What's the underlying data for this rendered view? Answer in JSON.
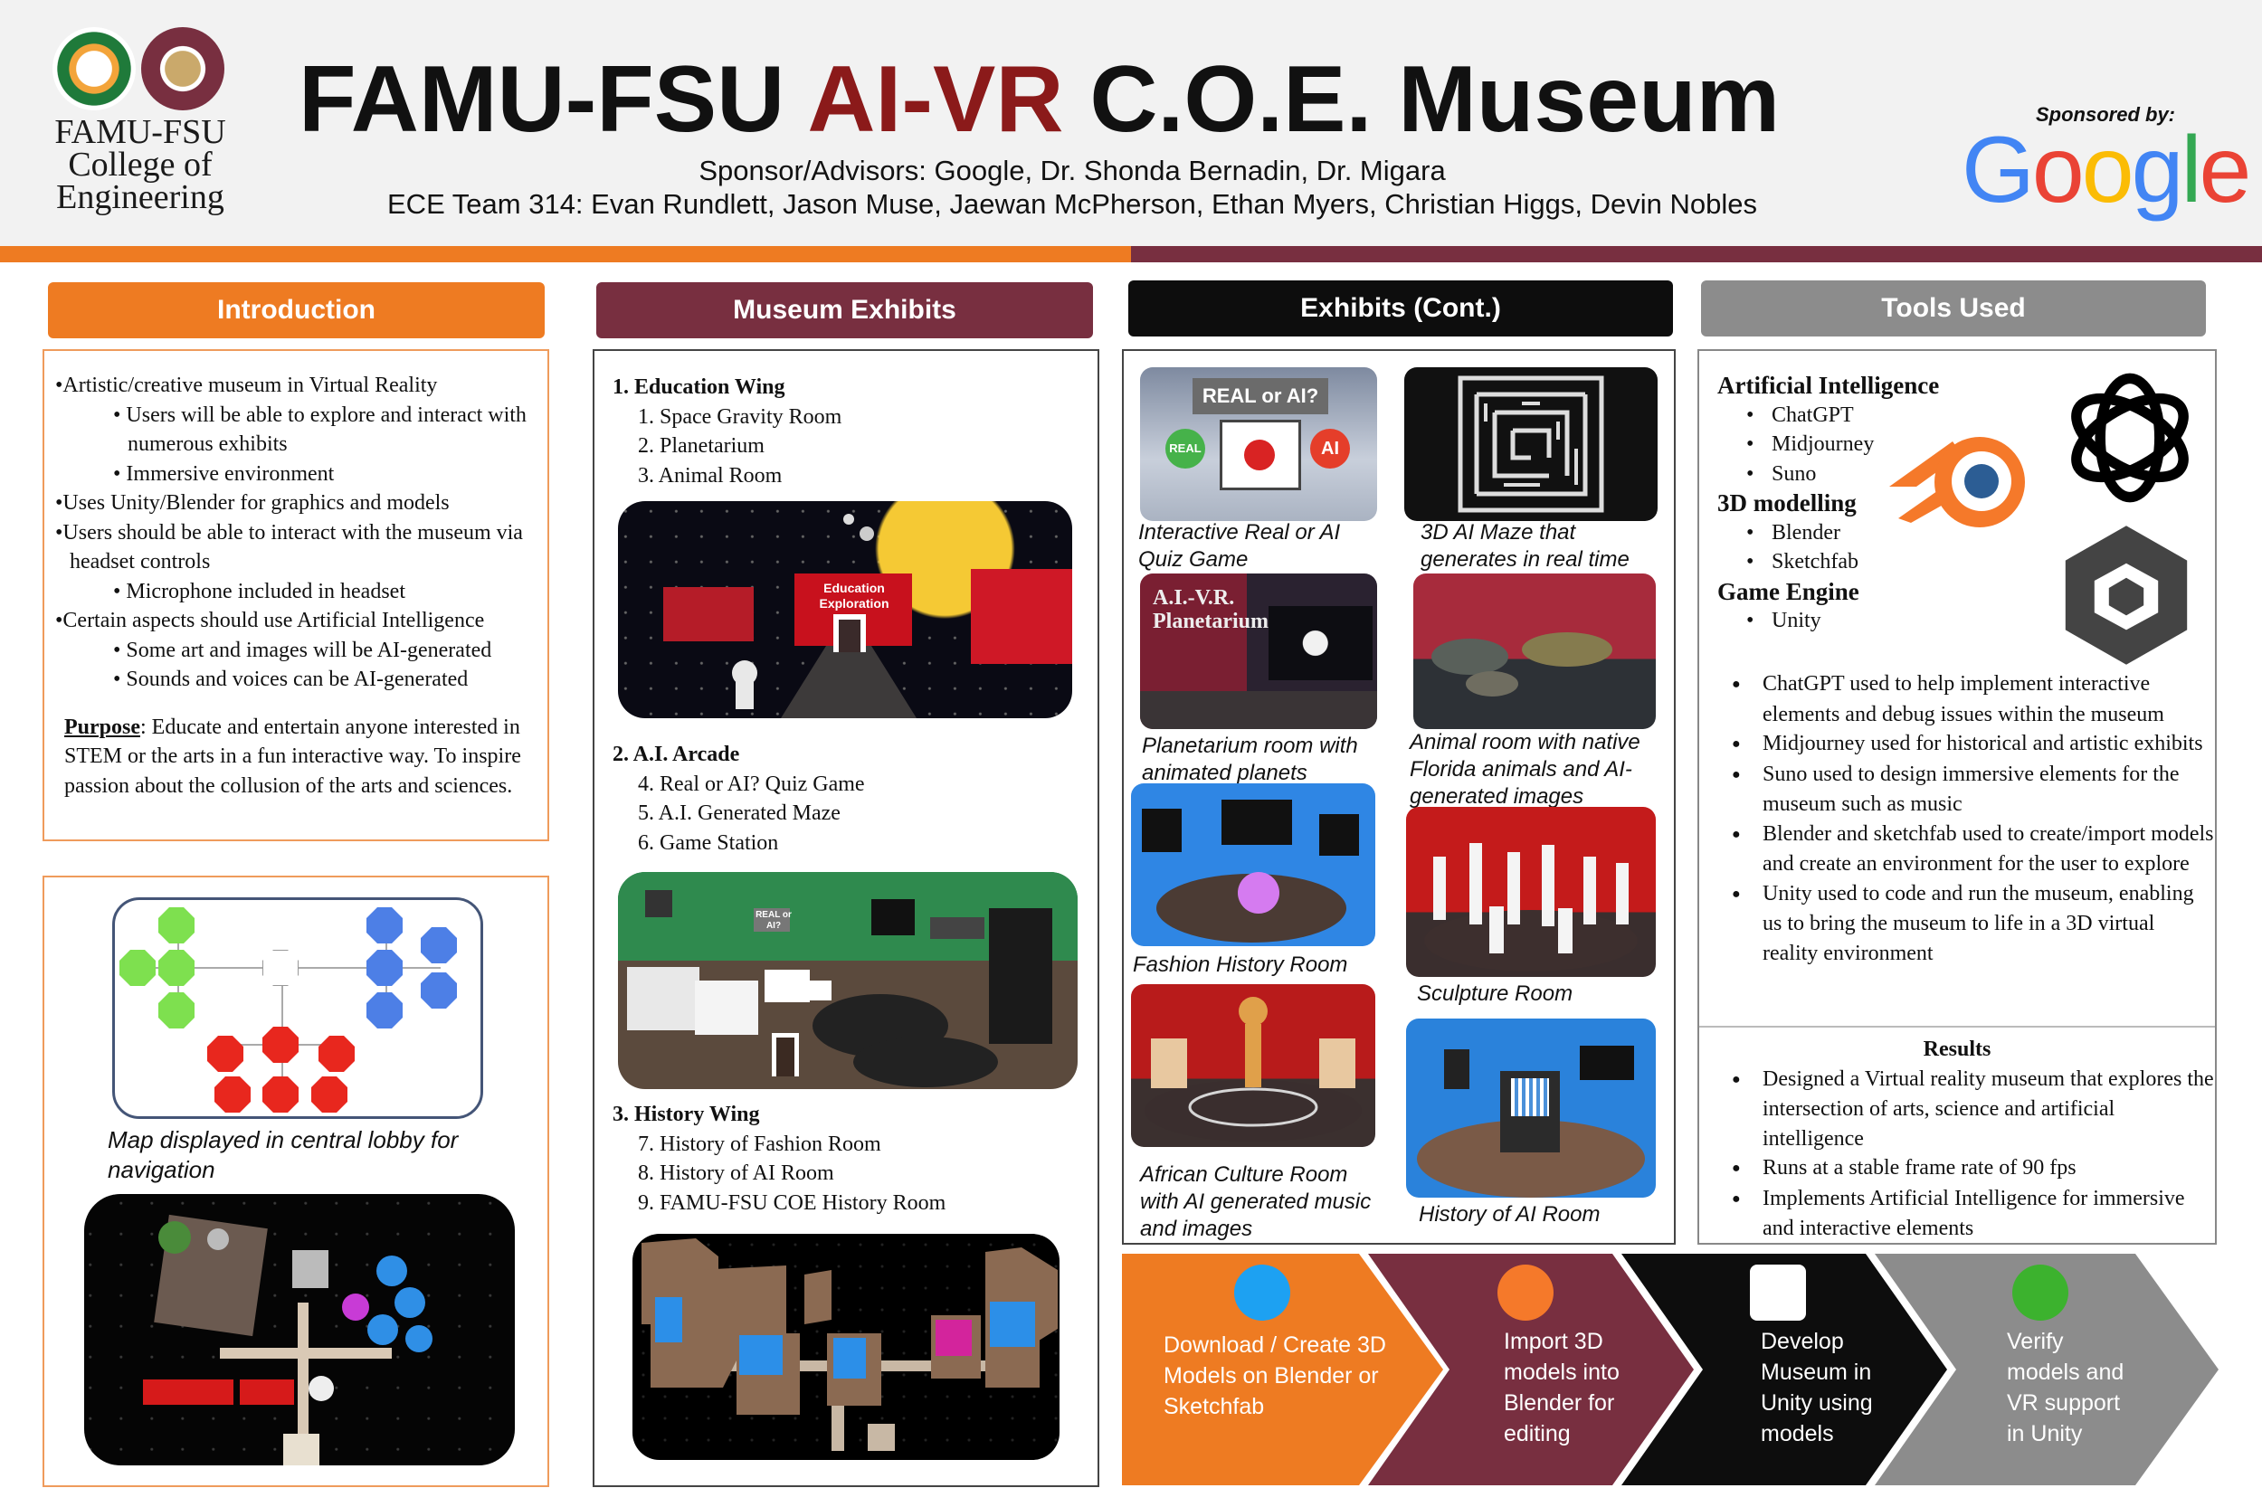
{
  "header": {
    "logo_line1": "FAMU-FSU",
    "logo_line2": "College of",
    "logo_line3": "Engineering",
    "title_part1": "FAMU-FSU ",
    "title_accent": "AI-VR",
    "title_part2": " C.O.E. Museum",
    "subtitle_line1": "Sponsor/Advisors: Google, Dr. Shonda Bernadin, Dr. Migara",
    "subtitle_line2": "ECE Team 314: Evan Rundlett, Jason Muse, Jaewan McPherson, Ethan Myers, Christian Higgs, Devin Nobles",
    "sponsored_by": "Sponsored by:",
    "google_letters": [
      "G",
      "o",
      "o",
      "g",
      "l",
      "e"
    ]
  },
  "colors": {
    "orange": "#ee7b22",
    "garnet": "#782f40",
    "black": "#111111",
    "gray": "#8c8c8c",
    "title_accent": "#8b1a1a",
    "google": [
      "#4285f4",
      "#ea4335",
      "#fbbc05",
      "#4285f4",
      "#34a853",
      "#ea4335"
    ]
  },
  "intro": {
    "heading": "Introduction",
    "bullets": [
      {
        "level": 1,
        "text": "Artistic/creative museum in Virtual Reality"
      },
      {
        "level": 2,
        "text": "Users will be able to explore and interact with numerous exhibits"
      },
      {
        "level": 2,
        "text": "Immersive environment"
      },
      {
        "level": 1,
        "text": "Uses Unity/Blender for graphics and models"
      },
      {
        "level": 1,
        "text": "Users should be able to interact with the museum via headset controls"
      },
      {
        "level": 2,
        "text": "Microphone included in headset"
      },
      {
        "level": 1,
        "text": "Certain aspects should use Artificial Intelligence"
      },
      {
        "level": 2,
        "text": "Some art and images will be AI-generated"
      },
      {
        "level": 2,
        "text": "Sounds and voices can be AI-generated"
      }
    ],
    "purpose_label": "Purpose",
    "purpose_text": ": Educate and entertain anyone interested in STEM or the arts in a fun interactive way. To inspire passion about the collusion of the arts and sciences."
  },
  "map": {
    "caption": "Map displayed in central lobby for navigation"
  },
  "exhibits": {
    "heading": "Museum Exhibits",
    "wings": [
      {
        "title": "1. Education Wing",
        "rooms": [
          "1. Space Gravity Room",
          "2. Planetarium",
          "3. Animal Room"
        ]
      },
      {
        "title": "2. A.I. Arcade",
        "rooms": [
          "4. Real or AI? Quiz Game",
          "5. A.I. Generated Maze",
          "6. Game Station"
        ]
      },
      {
        "title": "3. History Wing",
        "rooms": [
          "7. History of Fashion Room",
          "8. History of AI Room",
          "9. FAMU-FSU COE History Room"
        ]
      }
    ],
    "edu_sign": "Education Exploration",
    "arcade_sign": "REAL or AI?"
  },
  "exhibits_cont": {
    "heading": "Exhibits (Cont.)",
    "quiz_sign": "REAL or AI?",
    "quiz_left": "REAL",
    "quiz_right": "AI",
    "planetarium_sign": "A.I.-V.R. Planetarium",
    "captions": {
      "quiz": "Interactive Real or AI Quiz Game",
      "maze": "3D AI Maze that generates in real time",
      "planetarium": "Planetarium room with animated planets",
      "animal": "Animal room with native Florida animals and AI-generated images",
      "fashion": "Fashion History Room",
      "sculpture": "Sculpture Room",
      "african": "African Culture Room with AI generated music and images",
      "history_ai": "History of AI Room"
    }
  },
  "process": {
    "steps": [
      {
        "label": "Download / Create 3D Models on Blender or Sketchfab",
        "icon": "sketchfab-icon"
      },
      {
        "label": "Import 3D models into Blender for editing",
        "icon": "blender-icon"
      },
      {
        "label": "Develop Museum in Unity using models",
        "icon": "unity-icon"
      },
      {
        "label": "Verify models and VR support in Unity",
        "icon": "checkmark-icon"
      }
    ]
  },
  "tools": {
    "heading": "Tools Used",
    "categories": [
      {
        "name": "Artificial Intelligence",
        "items": [
          "ChatGPT",
          "Midjourney",
          "Suno"
        ]
      },
      {
        "name": "3D modelling",
        "items": [
          "Blender",
          "Sketchfab"
        ]
      },
      {
        "name": "Game Engine",
        "items": [
          "Unity"
        ]
      }
    ],
    "notes": [
      "ChatGPT used to help implement interactive elements and debug issues within the museum",
      "Midjourney used for historical and artistic exhibits",
      "Suno used to design immersive elements for the museum such as music",
      "Blender and sketchfab used to create/import models and create an environment for the user to explore",
      "Unity used to code and run the museum, enabling us to bring the museum to life in a 3D virtual reality environment"
    ],
    "results_heading": "Results",
    "results": [
      "Designed a Virtual reality museum that explores the intersection of arts, science and artificial intelligence",
      "Runs at a stable frame rate of 90 fps",
      "Implements Artificial Intelligence for immersive and interactive elements"
    ]
  }
}
